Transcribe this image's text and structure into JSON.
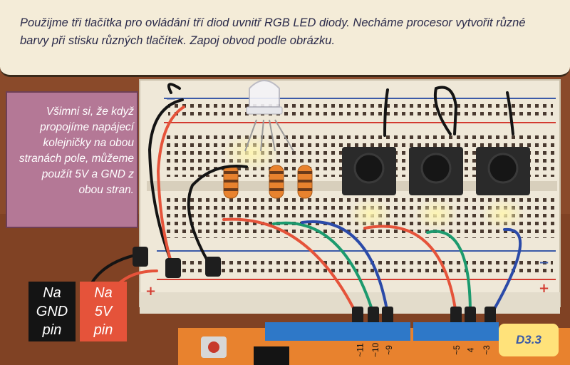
{
  "speech_bubble": {
    "text": "Použijme tři tlačítka pro ovládání tří diod uvnitř RGB LED diody. Necháme procesor vytvořit různé barvy při stisku různých tlačítek. Zapoj obvod podle obrázku."
  },
  "note": {
    "text": "Všimni si, že když propojíme napájecí kolejničky na obou stranách pole, můžeme použít 5V a GND z obou stran."
  },
  "pin_labels": {
    "gnd": "Na\nGND\npin",
    "v5": "Na\n5V\npin"
  },
  "badge": {
    "label": "D3.3"
  },
  "rail_signs": {
    "minus": "−",
    "plus": "+"
  },
  "header_pins": [
    "~11",
    "~10",
    "~9",
    "~5",
    "4",
    "~3"
  ],
  "colors": {
    "background": "#8a4a2a",
    "breadboard": "#ede6d6",
    "rail_red": "#d33a2f",
    "rail_blue": "#3b5aa8",
    "wire_red": "#e5533a",
    "wire_green": "#1c9a6e",
    "wire_blue": "#2b4aa8",
    "header_blue": "#2e78c8",
    "board_orange": "#e8822e"
  },
  "icons": {
    "led": "rgb-led-icon",
    "button": "push-button-icon",
    "resistor": "resistor-icon"
  }
}
